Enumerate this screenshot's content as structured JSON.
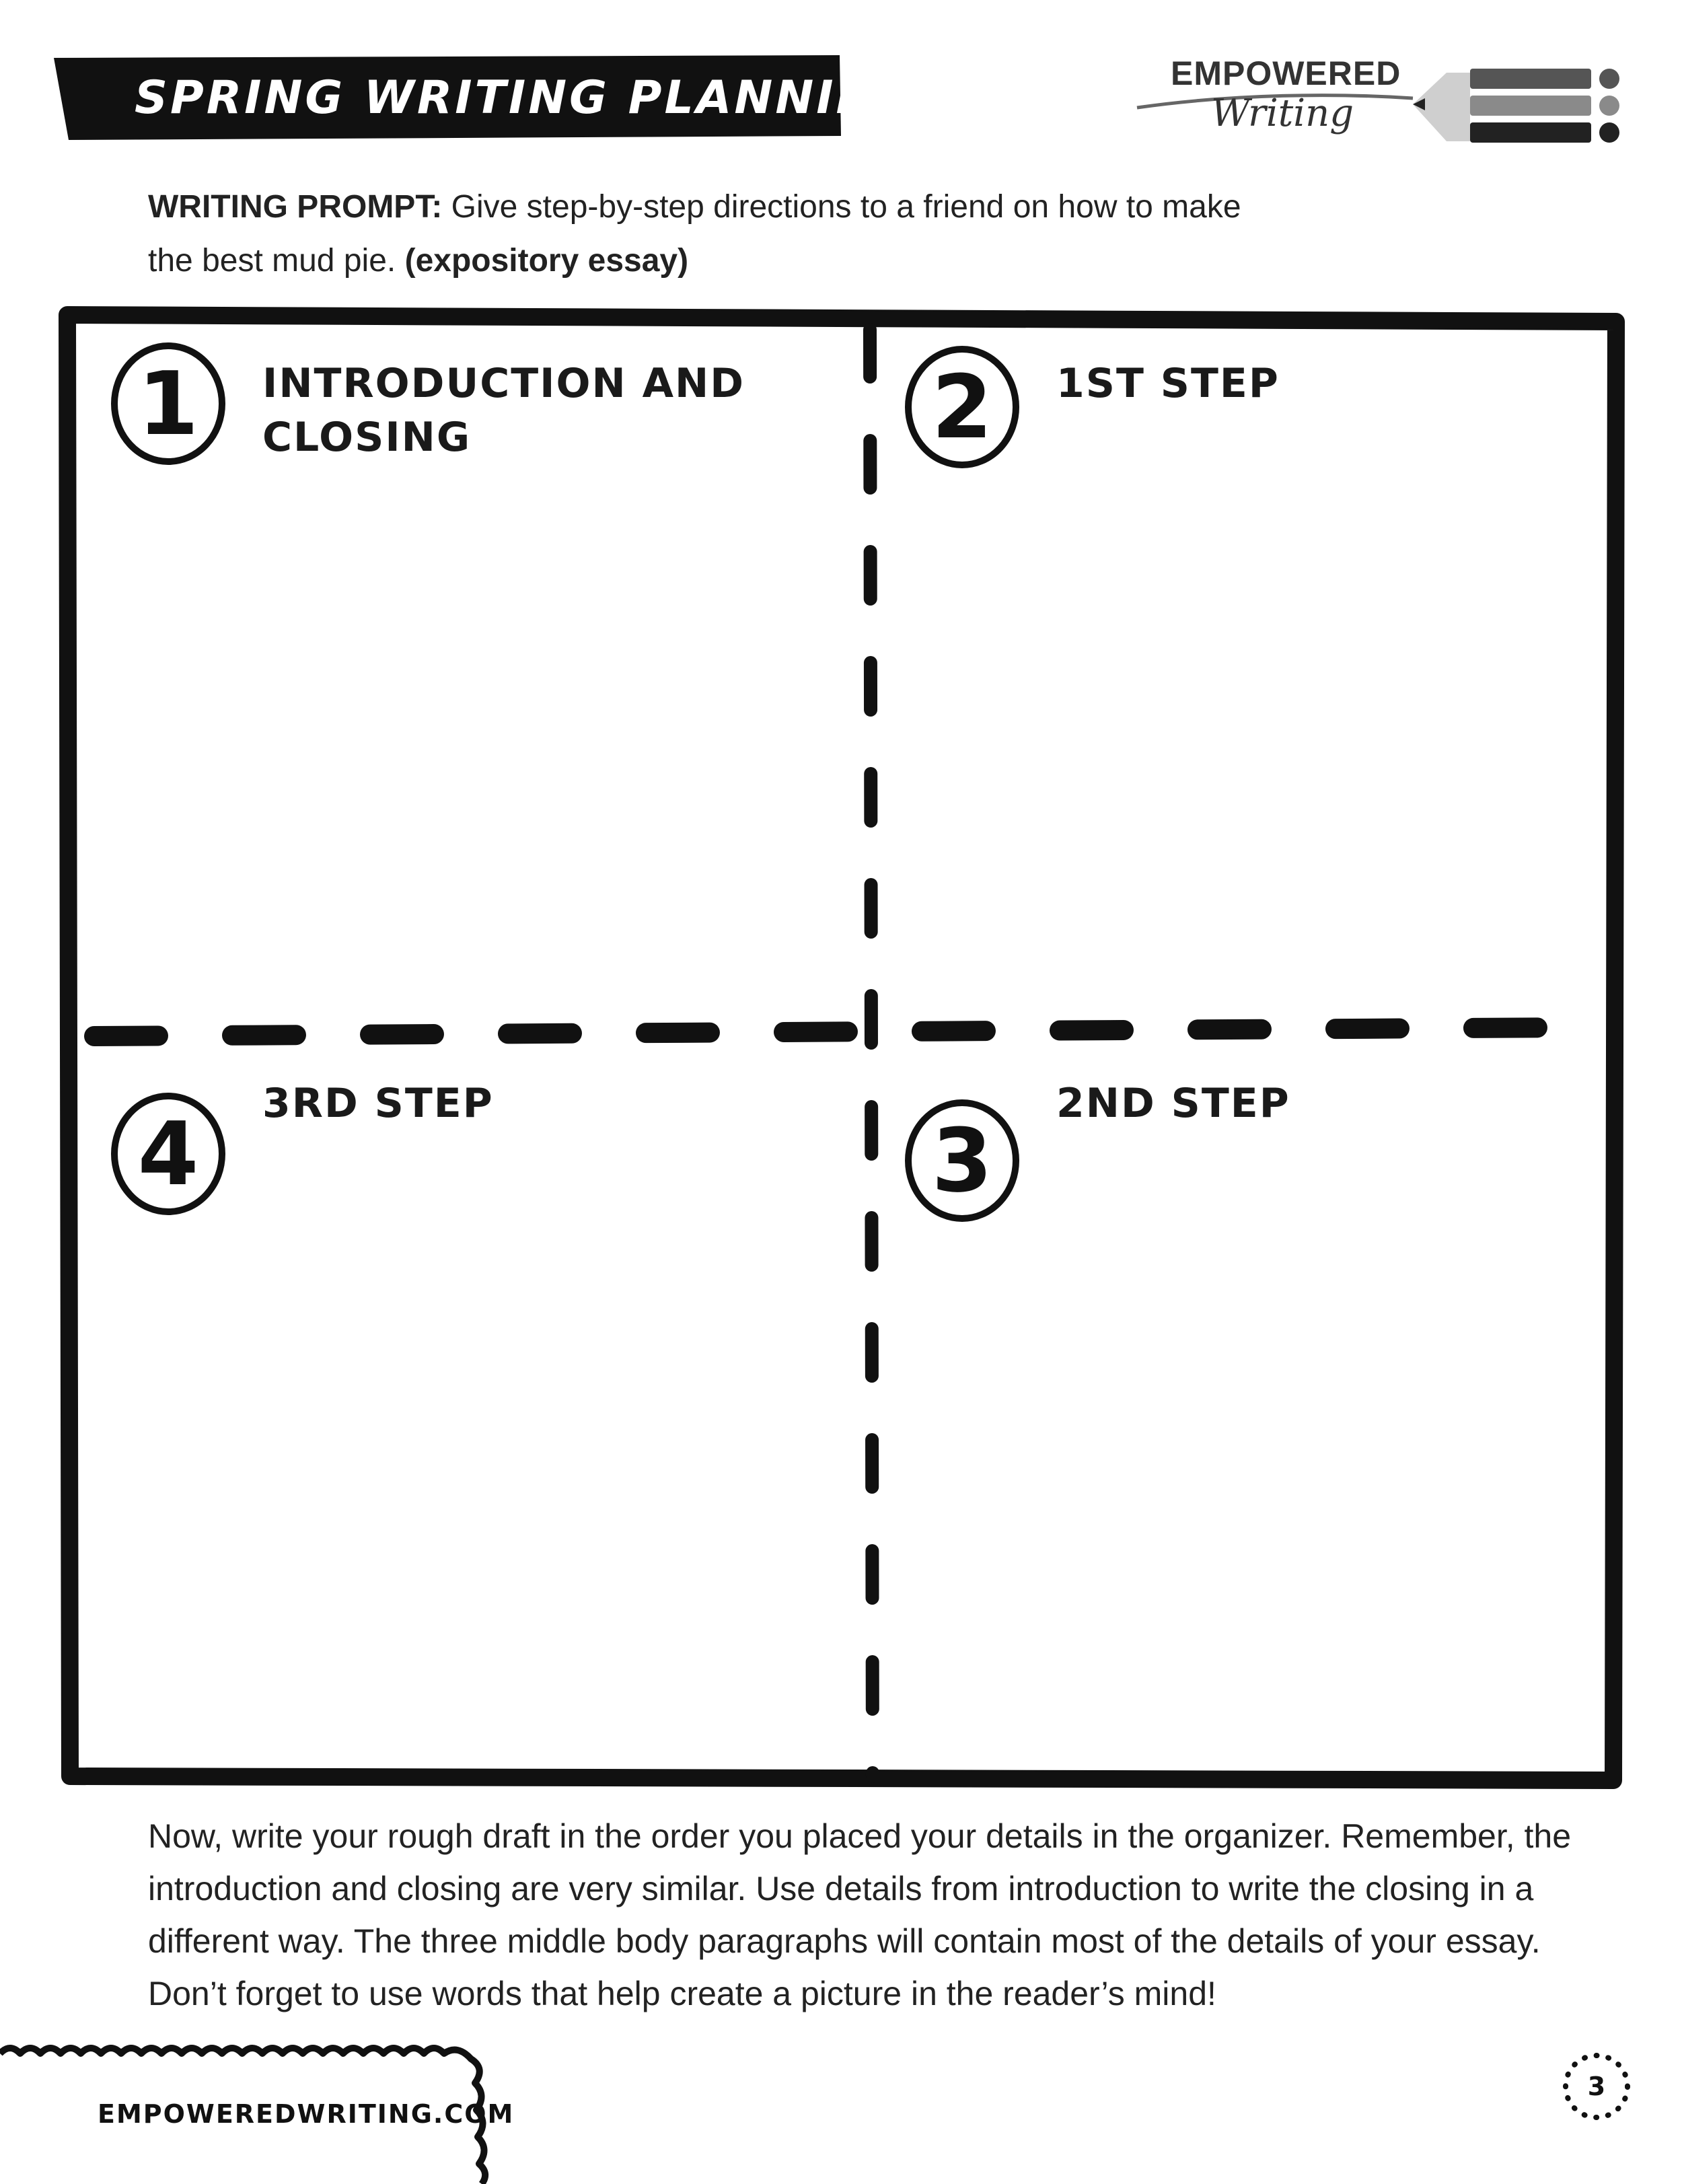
{
  "header": {
    "title": "SPRING WRITING PLANNING",
    "logo": {
      "line1": "EMPOWERED",
      "line2": "Writing",
      "icon": "pencil-icon"
    }
  },
  "prompt": {
    "label": "WRITING PROMPT:",
    "text": "Give step-by-step directions to a friend on how to make the best mud pie.",
    "type": "(expository essay)"
  },
  "organizer": {
    "sections": [
      {
        "number": "1",
        "title_line1": "INTRODUCTION AND",
        "title_line2": "CLOSING"
      },
      {
        "number": "2",
        "title_line1": "1ST STEP",
        "title_line2": ""
      },
      {
        "number": "3",
        "title_line1": "2ND STEP",
        "title_line2": ""
      },
      {
        "number": "4",
        "title_line1": "3RD STEP",
        "title_line2": ""
      }
    ]
  },
  "instructions": "Now, write your rough draft in the order you placed your details in the organizer. Remember, the introduction and closing are very similar. Use details from introduction to write the closing in a different way. The three middle body paragraphs will contain most of the details of your essay. Don’t forget to use words that help create a picture in the reader’s mind!",
  "footer": {
    "url": "EMPOWEREDWRITING.COM",
    "page": "3"
  }
}
